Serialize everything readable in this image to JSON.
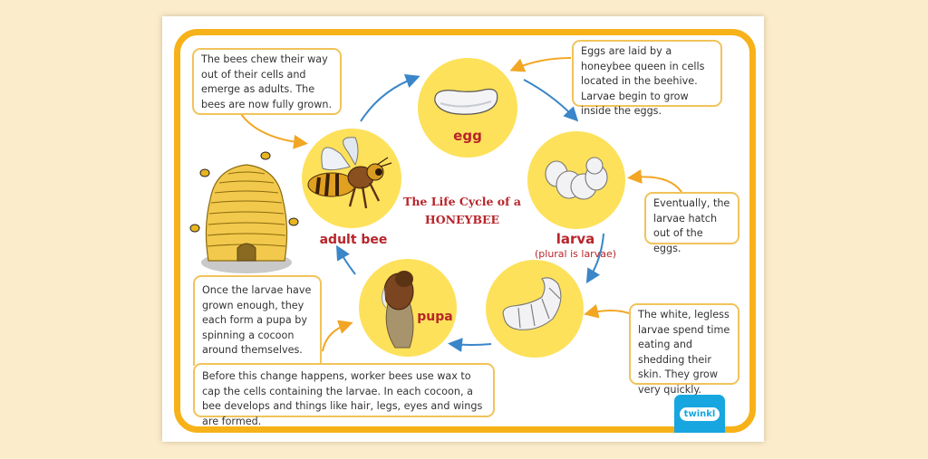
{
  "title": {
    "line1": "The Life Cycle of a",
    "line2": "HONEYBEE"
  },
  "stages": {
    "egg": {
      "label": "egg"
    },
    "larva": {
      "label": "larva",
      "sublabel": "(plural is larvae)"
    },
    "grub": {
      "label": ""
    },
    "pupa": {
      "label": "pupa"
    },
    "adult": {
      "label": "adult bee"
    }
  },
  "descriptions": {
    "adult": "The bees chew their way out of their cells and emerge as adults. The bees are now fully grown.",
    "egg": "Eggs are laid by a honeybee queen in cells located in the beehive. Larvae begin to grow inside the eggs.",
    "larva": "Eventually, the larvae hatch out of the eggs.",
    "grub": "The white, legless larvae spend time eating and shedding their skin. They grow very quickly.",
    "pupa_top": "Once the larvae have grown enough, they each form a pupa by spinning a cocoon around themselves.",
    "pupa_bottom": "Before this change happens, worker bees use wax to cap the cells containing the larvae. In each cocoon, a bee develops and things like hair, legs, eyes and wings are formed."
  },
  "brand": {
    "logo_text": "twinkl"
  },
  "colors": {
    "background": "#fbeccb",
    "frame": "#f7b219",
    "circle": "#fde15a",
    "label": "#b8242a",
    "cycle_arrow": "#3a86c8",
    "callout_arrow": "#f2a623",
    "logo": "#17a6e0"
  }
}
